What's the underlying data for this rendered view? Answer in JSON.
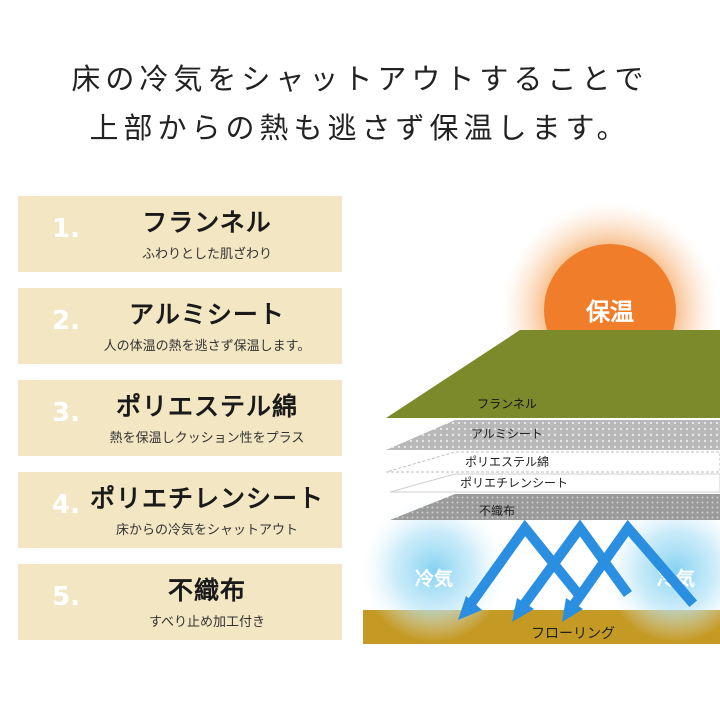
{
  "headline": {
    "line1": "床の冷気をシャットアウトすることで",
    "line2": "上部からの熱も逃さず保温します。"
  },
  "layers": [
    {
      "num": "1.",
      "title": "フランネル",
      "desc": "ふわりとした肌ざわり"
    },
    {
      "num": "2.",
      "title": "アルミシート",
      "desc": "人の体温の熱を逃さず保温します。"
    },
    {
      "num": "3.",
      "title": "ポリエステル綿",
      "desc": "熱を保温しクッション性をプラス"
    },
    {
      "num": "4.",
      "title": "ポリエチレンシート",
      "desc": "床からの冷気をシャットアウト"
    },
    {
      "num": "5.",
      "title": "不織布",
      "desc": "すべり止め加工付き"
    }
  ],
  "diagram": {
    "warm_label": "保温",
    "cold_left": "冷気",
    "cold_right": "冷気",
    "layer_labels": [
      "フランネル",
      "アルミシート",
      "ポリエステル綿",
      "ポリエチレンシート",
      "不織布"
    ],
    "floor_label": "フローリング",
    "colors": {
      "warm": "#f07d2a",
      "cold": "#7fd0f0",
      "flannel": "#7d8a2c",
      "floor": "#c49a25",
      "arrow": "#2a8fe0"
    }
  }
}
